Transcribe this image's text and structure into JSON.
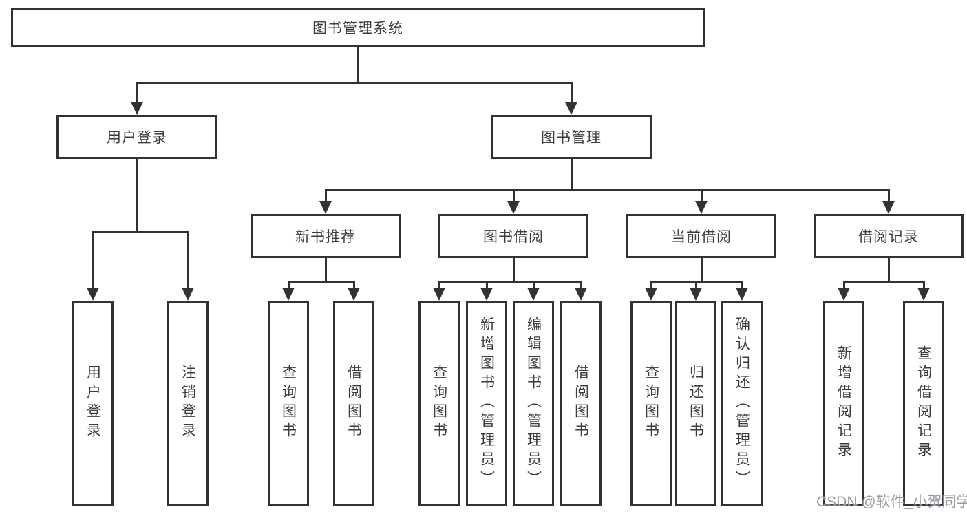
{
  "diagram": {
    "root": {
      "label": "图书管理系统"
    },
    "user_login": {
      "label": "用户登录",
      "children": [
        {
          "label": "用户登录"
        },
        {
          "label": "注销登录"
        }
      ]
    },
    "book_management": {
      "label": "图书管理",
      "sections": {
        "new_book_recommend": {
          "label": "新书推荐",
          "children": [
            {
              "label": "查询图书"
            },
            {
              "label": "借阅图书"
            }
          ]
        },
        "book_borrow": {
          "label": "图书借阅",
          "children": [
            {
              "label": "查询图书"
            },
            {
              "label": "新增图书（管理员）"
            },
            {
              "label": "编辑图书（管理员）"
            },
            {
              "label": "借阅图书"
            }
          ]
        },
        "current_borrow": {
          "label": "当前借阅",
          "children": [
            {
              "label": "查询图书"
            },
            {
              "label": "归还图书"
            },
            {
              "label": "确认归还（管理员）"
            }
          ]
        },
        "borrow_records": {
          "label": "借阅记录",
          "children": [
            {
              "label": "新增借阅记录"
            },
            {
              "label": "查询借阅记录"
            }
          ]
        }
      }
    }
  },
  "colors": {
    "line": "#323232",
    "text": "#3c3c3c",
    "background": "#ffffff",
    "watermark_gray": "#94989e"
  },
  "watermark": {
    "text": "CSDN @软件_小贺同学"
  }
}
